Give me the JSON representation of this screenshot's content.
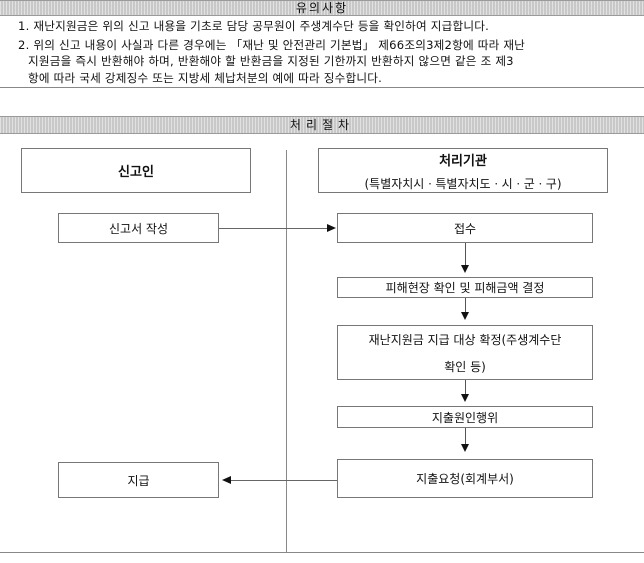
{
  "notice": {
    "title": "유의사항",
    "line1": "1. 재난지원금은 위의 신고 내용을 기초로 담당 공무원이 주생계수단 등을 확인하여 지급합니다.",
    "line2a": "2. 위의 신고 내용이 사실과 다른 경우에는 「재난 및 안전관리 기본법」 제66조의3제2항에 따라 재난",
    "line2b": "지원금을 즉시 반환해야 하며, 반환해야 할 반환금을 지정된 기한까지 반환하지 않으면 같은 조 제3",
    "line2c": "항에 따라 국세 강제징수 또는 지방세 체납처분의 예에 따라 징수합니다."
  },
  "procedure": {
    "title": "처리절차",
    "reporter_header": "신고인",
    "agency_header": "처리기관",
    "agency_sub": "(특별자치시ㆍ특별자치도ㆍ시ㆍ군ㆍ구)",
    "steps": {
      "write": "신고서 작성",
      "receive": "접수",
      "confirm_damage": "피해현장 확인 및 피해금액 결정",
      "determine_line1": "재난지원금 지급 대상 확정(주생계수단",
      "determine_line2": "확인 등)",
      "expense": "지출원인행위",
      "request": "지출요청(회계부서)",
      "pay": "지급"
    }
  }
}
